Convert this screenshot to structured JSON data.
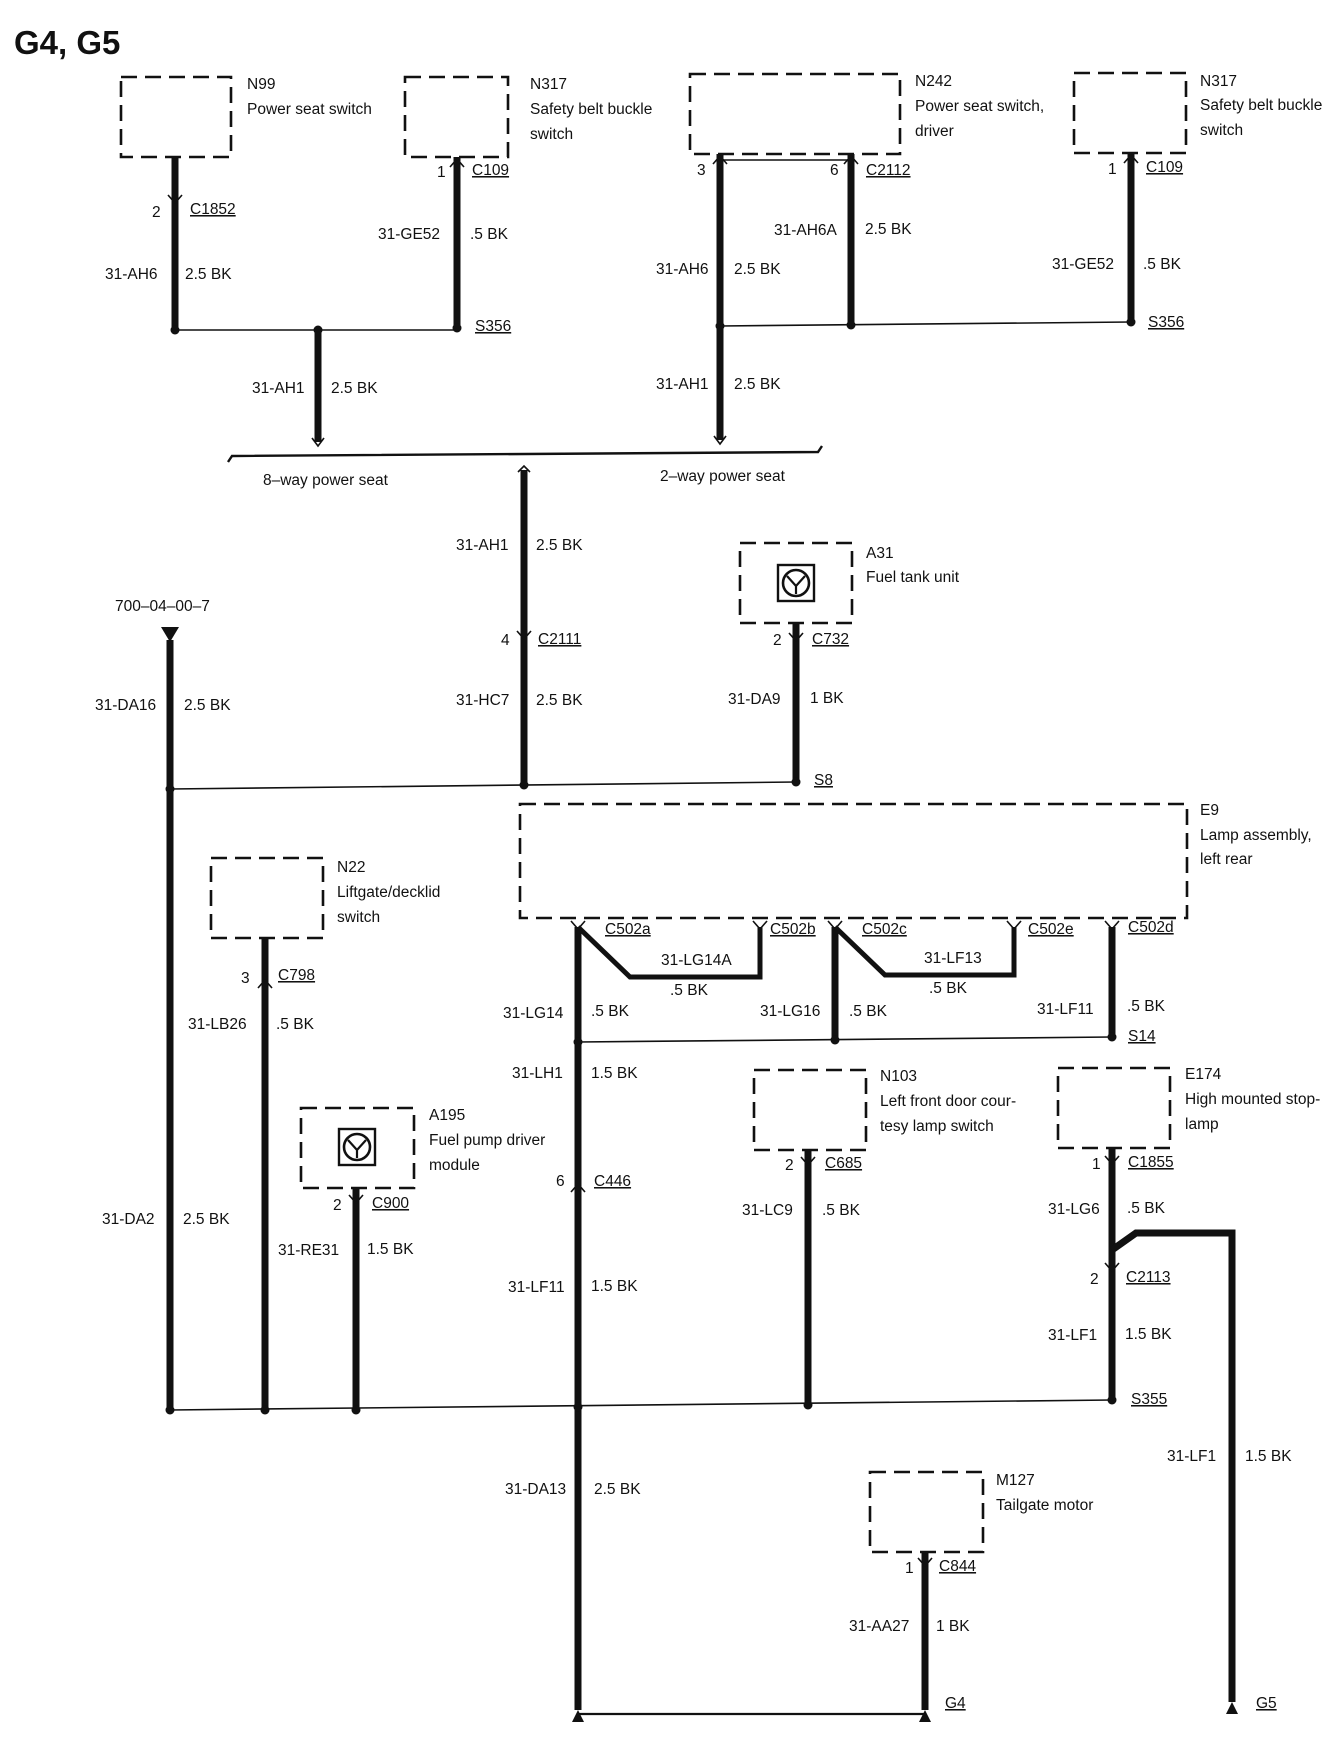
{
  "title": "G4, G5",
  "reference": "700–04–00–7",
  "components": {
    "n99": {
      "id": "N99",
      "l1": "Power seat switch",
      "l2": ""
    },
    "n317a": {
      "id": "N317",
      "l1": "Safety belt buckle",
      "l2": "switch"
    },
    "n242": {
      "id": "N242",
      "l1": "Power seat switch,",
      "l2": "driver"
    },
    "n317b": {
      "id": "N317",
      "l1": "Safety belt buckle",
      "l2": "switch"
    },
    "a31": {
      "id": "A31",
      "l1": "Fuel tank unit"
    },
    "e9": {
      "id": "E9",
      "l1": "Lamp assembly,",
      "l2": "left rear"
    },
    "n22": {
      "id": "N22",
      "l1": "Liftgate/decklid",
      "l2": "switch"
    },
    "a195": {
      "id": "A195",
      "l1": "Fuel pump driver",
      "l2": "module"
    },
    "n103": {
      "id": "N103",
      "l1": "Left front door cour-",
      "l2": "tesy lamp switch"
    },
    "e174": {
      "id": "E174",
      "l1": "High mounted stop-",
      "l2": "lamp"
    },
    "m127": {
      "id": "M127",
      "l1": "Tailgate motor"
    }
  },
  "connectors": {
    "c1852": {
      "pin": "2",
      "name": "C1852"
    },
    "c109a": {
      "pin": "1",
      "name": "C109"
    },
    "c2112a": {
      "pin": "3",
      "name": ""
    },
    "c2112b": {
      "pin": "6",
      "name": "C2112"
    },
    "c109b": {
      "pin": "1",
      "name": "C109"
    },
    "c2111": {
      "pin": "4",
      "name": "C2111"
    },
    "c732": {
      "pin": "2",
      "name": "C732"
    },
    "c502a": {
      "name": "C502a"
    },
    "c502b": {
      "name": "C502b"
    },
    "c502c": {
      "name": "C502c"
    },
    "c502e": {
      "name": "C502e"
    },
    "c502d": {
      "name": "C502d"
    },
    "c798": {
      "pin": "3",
      "name": "C798"
    },
    "c900": {
      "pin": "2",
      "name": "C900"
    },
    "c446": {
      "pin": "6",
      "name": "C446"
    },
    "c685": {
      "pin": "2",
      "name": "C685"
    },
    "c1855": {
      "pin": "1",
      "name": "C1855"
    },
    "c2113": {
      "pin": "2",
      "name": "C2113"
    },
    "c844": {
      "pin": "1",
      "name": "C844"
    }
  },
  "wires": {
    "w1": {
      "code": "31-AH6",
      "size": "2.5 BK"
    },
    "w2": {
      "code": "31-GE52",
      "size": ".5 BK"
    },
    "w3": {
      "code": "31-AH6",
      "size": "2.5 BK"
    },
    "w4": {
      "code": "31-AH6A",
      "size": "2.5 BK"
    },
    "w5": {
      "code": "31-GE52",
      "size": ".5 BK"
    },
    "w6": {
      "code": "31-AH1",
      "size": "2.5 BK"
    },
    "w7": {
      "code": "31-AH1",
      "size": "2.5 BK"
    },
    "w8": {
      "code": "31-AH1",
      "size": "2.5 BK"
    },
    "w9": {
      "code": "31-HC7",
      "size": "2.5 BK"
    },
    "w10": {
      "code": "31-DA9",
      "size": "1 BK"
    },
    "w11": {
      "code": "31-DA16",
      "size": "2.5 BK"
    },
    "w12": {
      "code": "31-LG14A",
      "size": ".5 BK"
    },
    "w13": {
      "code": "31-LF13",
      "size": ".5 BK"
    },
    "w14": {
      "code": "31-LG14",
      "size": ".5 BK"
    },
    "w15": {
      "code": "31-LG16",
      "size": ".5 BK"
    },
    "w16": {
      "code": "31-LF11",
      "size": ".5 BK"
    },
    "w17": {
      "code": "31-LB26",
      "size": ".5 BK"
    },
    "w18": {
      "code": "31-LH1",
      "size": "1.5 BK"
    },
    "w19": {
      "code": "31-DA2",
      "size": "2.5 BK"
    },
    "w20": {
      "code": "31-RE31",
      "size": "1.5 BK"
    },
    "w21": {
      "code": "31-LF11",
      "size": "1.5 BK"
    },
    "w22": {
      "code": "31-LC9",
      "size": ".5 BK"
    },
    "w23": {
      "code": "31-LG6",
      "size": ".5 BK"
    },
    "w24": {
      "code": "31-LF1",
      "size": "1.5 BK"
    },
    "w25": {
      "code": "31-DA13",
      "size": "2.5 BK"
    },
    "w26": {
      "code": "31-LF1",
      "size": "1.5 BK"
    },
    "w27": {
      "code": "31-AA27",
      "size": "1 BK"
    }
  },
  "splices": {
    "s356a": "S356",
    "s356b": "S356",
    "s8": "S8",
    "s14": "S14",
    "s355": "S355"
  },
  "labels": {
    "seat8": "8–way power seat",
    "seat2": "2–way power seat"
  },
  "grounds": {
    "g4": "G4",
    "g5": "G5"
  }
}
